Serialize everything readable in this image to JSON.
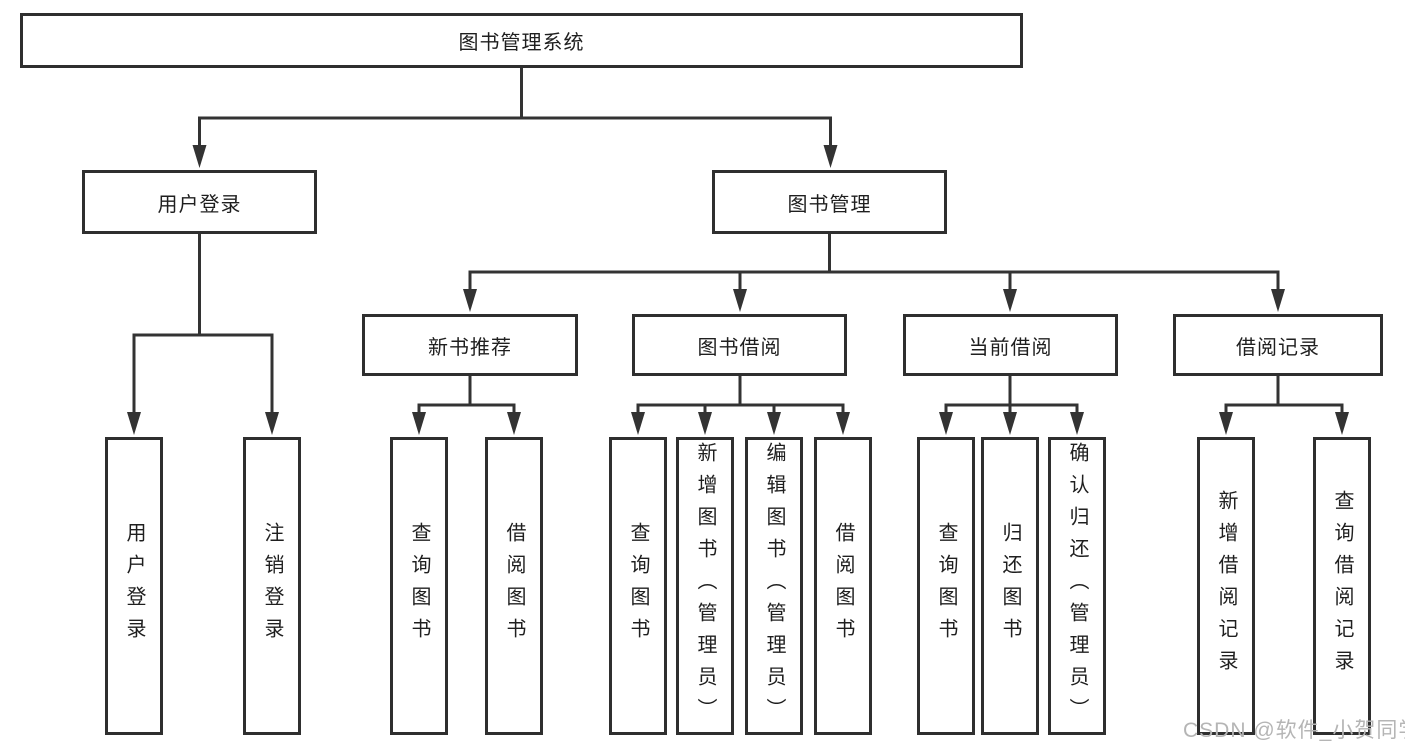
{
  "diagram": {
    "title": "图书管理系统",
    "level2": [
      {
        "id": "user-login",
        "label": "用户登录"
      },
      {
        "id": "book-management",
        "label": "图书管理"
      }
    ],
    "level3": [
      {
        "id": "new-book-recommend",
        "label": "新书推荐",
        "parent": "图书管理"
      },
      {
        "id": "book-borrowing",
        "label": "图书借阅",
        "parent": "图书管理"
      },
      {
        "id": "current-borrowing",
        "label": "当前借阅",
        "parent": "图书管理"
      },
      {
        "id": "borrowing-records",
        "label": "借阅记录",
        "parent": "图书管理"
      }
    ],
    "leaves": [
      {
        "id": "user-login-action",
        "label": "用户登录",
        "parent": "用户登录"
      },
      {
        "id": "logout-action",
        "label": "注销登录",
        "parent": "用户登录"
      },
      {
        "id": "query-books-recommend",
        "label": "查询图书",
        "parent": "新书推荐"
      },
      {
        "id": "borrow-books-recommend",
        "label": "借阅图书",
        "parent": "新书推荐"
      },
      {
        "id": "query-books-borrowing",
        "label": "查询图书",
        "parent": "图书借阅"
      },
      {
        "id": "add-books-admin",
        "label": "新增图书（管理员）",
        "parent": "图书借阅"
      },
      {
        "id": "edit-books-admin",
        "label": "编辑图书（管理员）",
        "parent": "图书借阅"
      },
      {
        "id": "borrow-books",
        "label": "借阅图书",
        "parent": "图书借阅"
      },
      {
        "id": "query-books-current",
        "label": "查询图书",
        "parent": "当前借阅"
      },
      {
        "id": "return-books",
        "label": "归还图书",
        "parent": "当前借阅"
      },
      {
        "id": "confirm-return-admin",
        "label": "确认归还（管理员）",
        "parent": "当前借阅"
      },
      {
        "id": "add-borrow-record",
        "label": "新增借阅记录",
        "parent": "借阅记录"
      },
      {
        "id": "query-borrow-record",
        "label": "查询借阅记录",
        "parent": "借阅记录"
      }
    ],
    "colors": {
      "line": "#333333",
      "box_border": "#2f2f2f",
      "box_fill": "#ffffff",
      "text": "#1f1f1f",
      "watermark": "#b5b5b5"
    }
  },
  "watermark": {
    "text": "CSDN @软件_小贺同学"
  }
}
